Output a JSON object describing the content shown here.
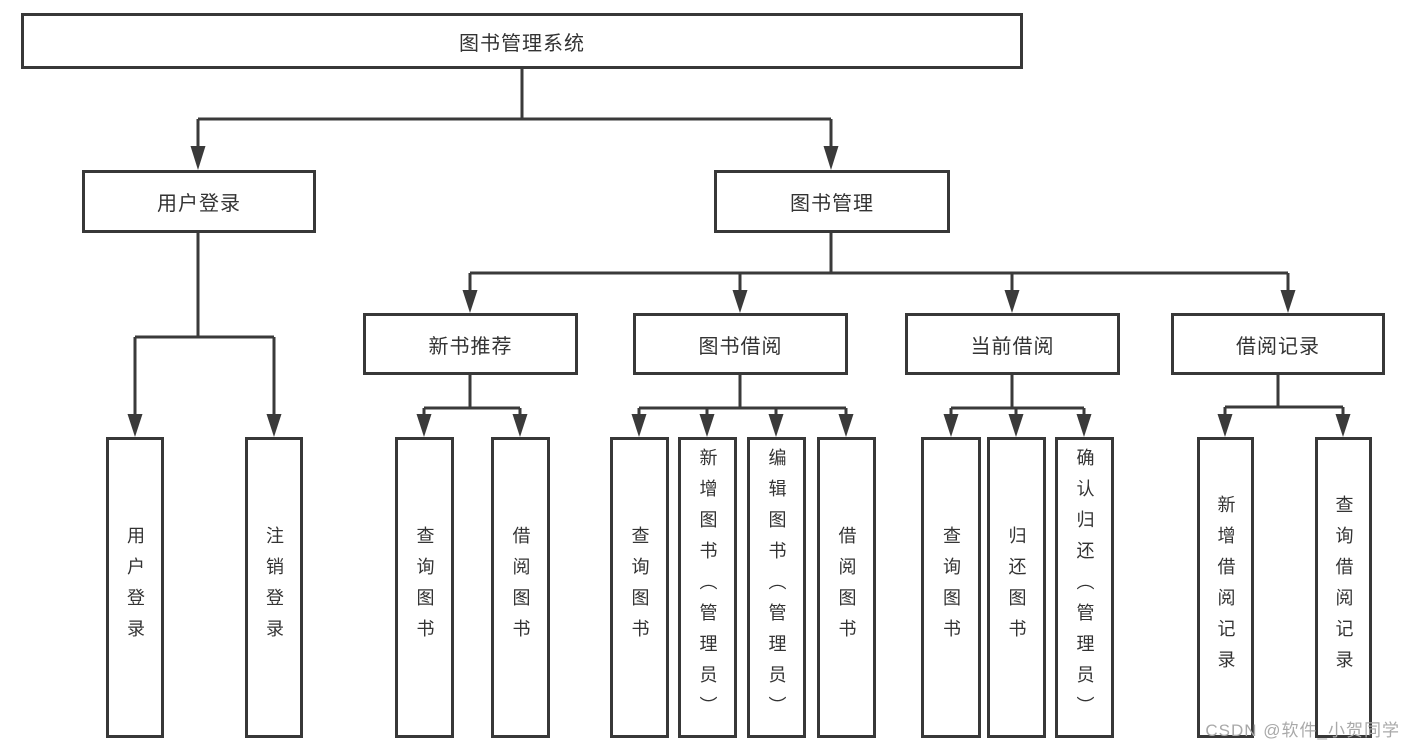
{
  "chart": {
    "root": {
      "label": "图书管理系统"
    },
    "branches": [
      {
        "label": "用户登录",
        "leaves": [
          {
            "label": "用户登录"
          },
          {
            "label": "注销登录"
          }
        ]
      },
      {
        "label": "图书管理",
        "groups": [
          {
            "label": "新书推荐",
            "leaves": [
              {
                "label": "查询图书"
              },
              {
                "label": "借阅图书"
              }
            ]
          },
          {
            "label": "图书借阅",
            "leaves": [
              {
                "label": "查询图书"
              },
              {
                "label": "新增图书（管理员）"
              },
              {
                "label": "编辑图书（管理员）"
              },
              {
                "label": "借阅图书"
              }
            ]
          },
          {
            "label": "当前借阅",
            "leaves": [
              {
                "label": "查询图书"
              },
              {
                "label": "归还图书"
              },
              {
                "label": "确认归还（管理员）"
              }
            ]
          },
          {
            "label": "借阅记录",
            "leaves": [
              {
                "label": "新增借阅记录"
              },
              {
                "label": "查询借阅记录"
              }
            ]
          }
        ]
      }
    ]
  },
  "watermark": "CSDN @软件_小贺同学",
  "colors": {
    "line": "#3a3a3a",
    "text": "#333333",
    "watermark": "#a9a9a9",
    "background": "#ffffff"
  }
}
